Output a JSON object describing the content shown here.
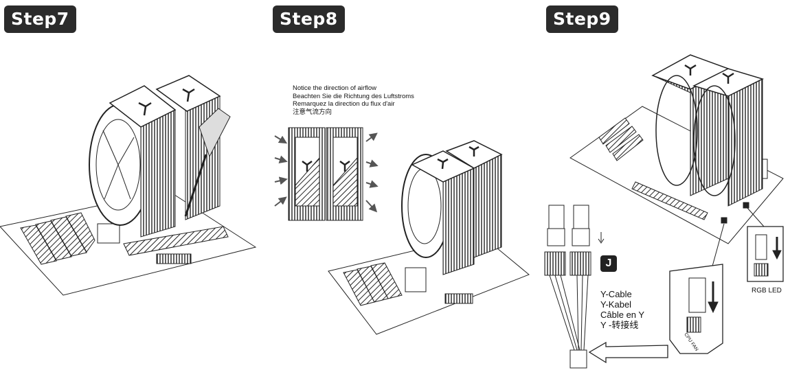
{
  "steps": {
    "step7": "Step7",
    "step8": "Step8",
    "step9": "Step9"
  },
  "airflow_notice": {
    "en": "Notice the direction of airflow",
    "de": "Beachten Sie die Richtung des Luftstroms",
    "fr": "Remarquez la direction du flux d'air",
    "zh": "注意气流方向"
  },
  "y_cable": {
    "badge": "J",
    "en": "Y-Cable",
    "de": "Y-Kabel",
    "fr": "Câble en Y",
    "zh": "Y -转接线"
  },
  "labels": {
    "rgb_led": "RGB LED",
    "cpu_fan": "CPU FAN"
  }
}
